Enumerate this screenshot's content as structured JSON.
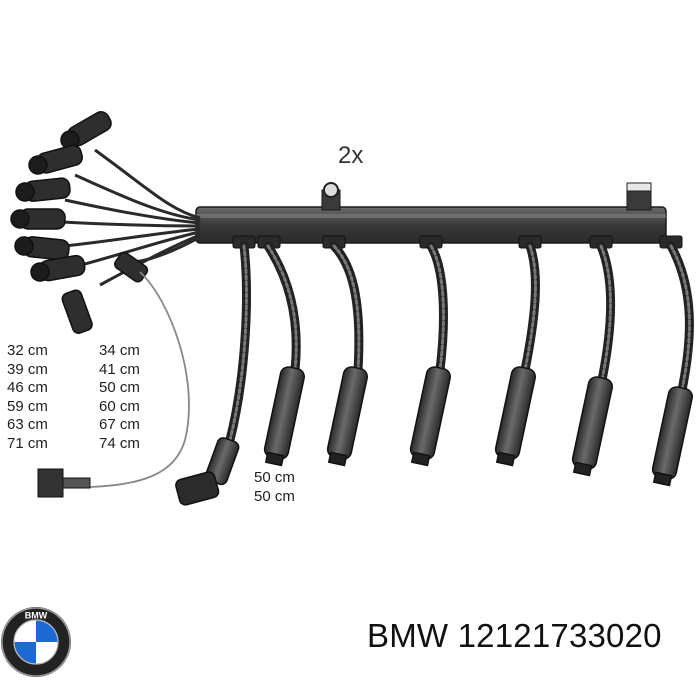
{
  "quantity_label": "2x",
  "lengths_left": [
    "32 cm",
    "39 cm",
    "46 cm",
    "59 cm",
    "63 cm",
    "71 cm"
  ],
  "lengths_right": [
    "34 cm",
    "41 cm",
    "50 cm",
    "60 cm",
    "67 cm",
    "74 cm"
  ],
  "extra_lengths": [
    "50 cm",
    "50 cm"
  ],
  "brand": "BMW",
  "part_number": "12121733020",
  "logo": {
    "letters": "BMW",
    "icon": "bmw-roundel-icon"
  },
  "colors": {
    "cable": "#3a3a3a",
    "cable_dark": "#1f1f1f",
    "rail": "#4a4a4a",
    "text": "#222222"
  }
}
